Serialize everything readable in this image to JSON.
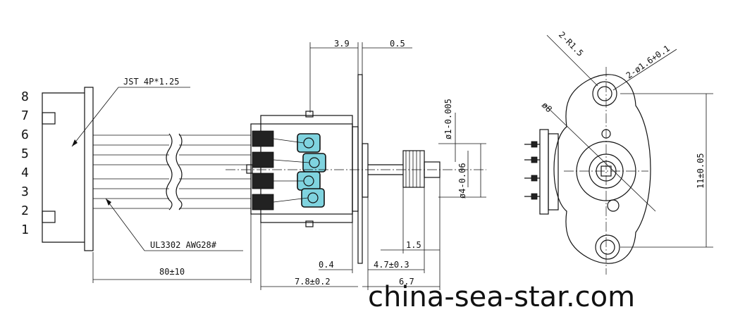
{
  "pin_numbers": [
    "8",
    "7",
    "6",
    "5",
    "4",
    "3",
    "2",
    "1"
  ],
  "labels": {
    "connector": "JST 4P*1.25",
    "cable": "UL3302 AWG28#"
  },
  "dimensions": {
    "d_3_9": "3.9",
    "d_0_5": "0.5",
    "d_80": "80±10",
    "d_0_4": "0.4",
    "d_7_8": "7.8±0.2",
    "d_4_7": "4.7±0.3",
    "d_1_5": "1.5",
    "d_6_7": "6.7",
    "dia_shaft": "ø1-0.005",
    "dia_gear": "ø4-0.06",
    "dia_body": "ø8",
    "r_mount": "2-R1.5",
    "dia_holes": "2-ø1.6+0.1",
    "d_11": "11±0.05"
  },
  "watermark": "china-sea-star.com",
  "colors": {
    "pad": "#7fd3df",
    "line": "#111111"
  }
}
